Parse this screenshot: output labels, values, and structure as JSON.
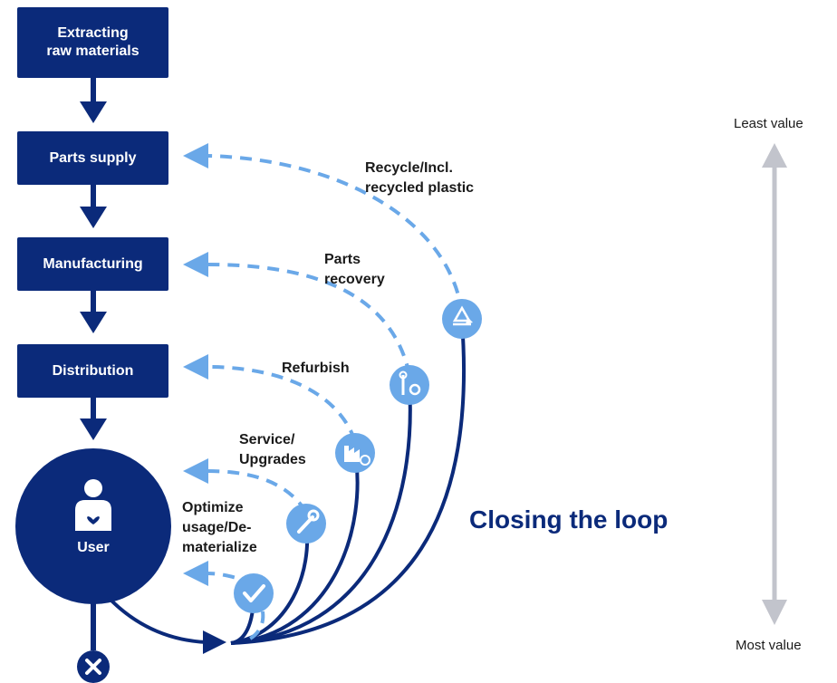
{
  "stages": {
    "extracting_line1": "Extracting",
    "extracting_line2": "raw materials",
    "parts_supply": "Parts supply",
    "manufacturing": "Manufacturing",
    "distribution": "Distribution",
    "user": "User"
  },
  "loops": {
    "recycle_line1": "Recycle/Incl.",
    "recycle_line2": "recycled plastic",
    "parts_recovery_line1": "Parts",
    "parts_recovery_line2": "recovery",
    "refurbish": "Refurbish",
    "service_line1": "Service/",
    "service_line2": "Upgrades",
    "optimize_line1": "Optimize",
    "optimize_line2": "usage/De-",
    "optimize_line3": "materialize"
  },
  "headline": "Closing the loop",
  "value_axis": {
    "top": "Least value",
    "bottom": "Most value"
  },
  "colors": {
    "navy": "#0b2a7a",
    "light_blue": "#6aa8e8",
    "axis_gray": "#c2c4cc"
  },
  "icons": {
    "recycle": "recycle-icon",
    "parts": "wrench-gear-icon",
    "refurbish": "factory-refresh-icon",
    "service": "wrench-icon",
    "optimize": "check-icon",
    "user": "person-heart-icon",
    "end": "close-icon"
  }
}
